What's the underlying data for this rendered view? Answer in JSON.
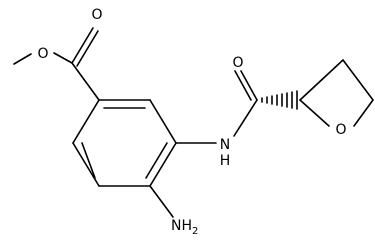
{
  "molecule": {
    "labels": {
      "ester_o_carbonyl": "O",
      "ester_o_ether": "O",
      "amide_o": "O",
      "amide_n": "N",
      "amide_h": "H",
      "ring_o": "O",
      "amine_n": "N",
      "amine_h": "H",
      "amine_sub": "2"
    },
    "colors": {
      "line": "#000000",
      "background": "#ffffff"
    }
  }
}
